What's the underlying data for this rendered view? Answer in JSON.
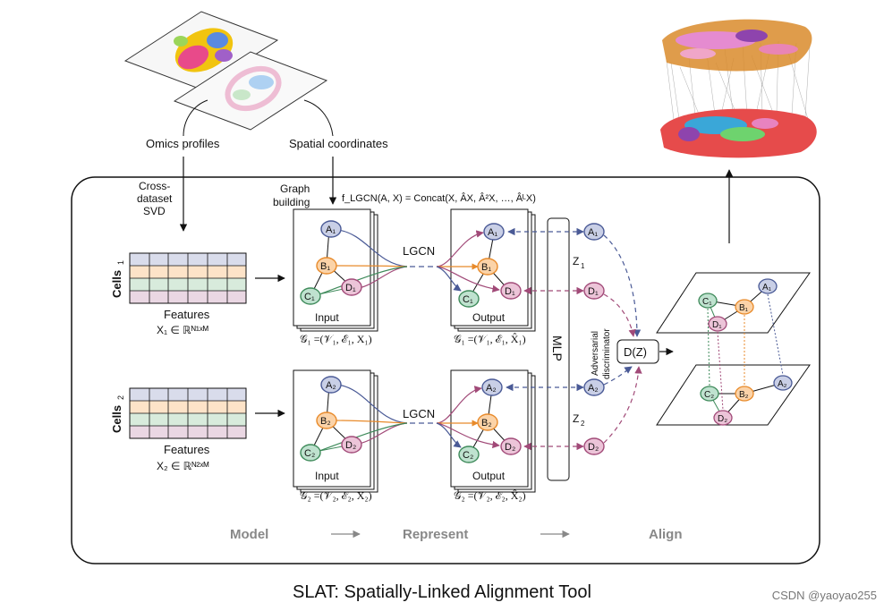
{
  "labels": {
    "omics_profiles": "Omics profiles",
    "spatial_coordinates": "Spatial coordinates",
    "cross_dataset_svd_1": "Cross-",
    "cross_dataset_svd_2": "dataset",
    "cross_dataset_svd_3": "SVD",
    "graph_building_1": "Graph",
    "graph_building_2": "building",
    "lgcn": "LGCN",
    "mlp": "MLP",
    "adversarial_1": "Adversarial",
    "adversarial_2": "discriminator",
    "discriminator": "D(Z)",
    "z1": "Z",
    "z1_sub": "1",
    "z2": "Z",
    "z2_sub": "2",
    "cells1": "Cells",
    "cells1_sub": "1",
    "cells2": "Cells",
    "cells2_sub": "2",
    "features": "Features",
    "x1_formula": "X₁ ∈ ℝᴺ¹ˣᴹ",
    "x2_formula": "X₂ ∈ ℝᴺ²ˣᴹ",
    "input": "Input",
    "output": "Output",
    "g1_input": "𝒢₁ =(𝒱₁, ℰ₁, X₁)",
    "g1_output": "𝒢₁ =(𝒱₁, ℰ₁, X̂₁)",
    "g2_input": "𝒢₂ =(𝒱₂, ℰ₂, X₂)",
    "g2_output": "𝒢₂ =(𝒱₂, ℰ₂, X̂₂)",
    "lgcn_formula": "f_LGCN(A, X) = Concat(X, ÂX, Â²X, …, ÂᴸX)",
    "stage_model": "Model",
    "stage_represent": "Represent",
    "stage_align": "Align",
    "title": "SLAT: Spatially-Linked Alignment Tool",
    "watermark": "CSDN @yaoyao255"
  },
  "nodes": {
    "a1": "A₁",
    "b1": "B₁",
    "c1": "C₁",
    "d1": "D₁",
    "a2": "A₂",
    "b2": "B₂",
    "c2": "C₂",
    "d2": "D₂"
  },
  "colors": {
    "a": "#c9cfe6",
    "a_stroke": "#4a5a96",
    "b": "#fbd3a8",
    "b_stroke": "#e88a2a",
    "c": "#bfe2cf",
    "c_stroke": "#3e8a5a",
    "d": "#ecc4d8",
    "d_stroke": "#a14a78",
    "row1": "#d9dceb",
    "row2": "#fde3c8",
    "row3": "#d8ebdc",
    "row4": "#ead7e3",
    "blue_dash": "#4a5a96",
    "purple_dash": "#a14a78",
    "orange": "#e88a2a"
  }
}
